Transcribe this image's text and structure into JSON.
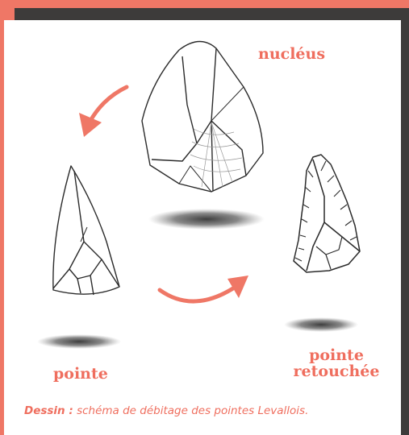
{
  "labels": {
    "nucleus": "nucléus",
    "pointe": "pointe",
    "retouchee_line1": "pointe",
    "retouchee_line2": "retouchée"
  },
  "caption": {
    "label": "Dessin :",
    "text": " schéma de débitage des pointes Levallois."
  },
  "colors": {
    "accent": "#ef7766",
    "dark": "#3d3b3a",
    "panel": "#ffffff",
    "stroke": "#2b2b2b"
  }
}
